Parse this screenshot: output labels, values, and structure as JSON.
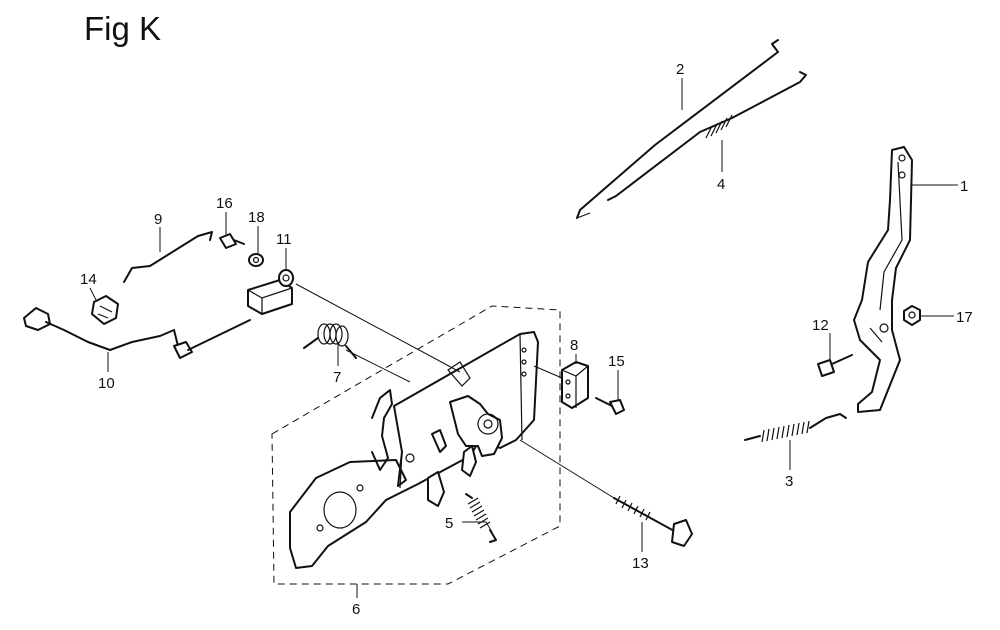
{
  "figure": {
    "title": "Fig K",
    "callouts": [
      {
        "id": "1",
        "label": "1"
      },
      {
        "id": "2",
        "label": "2"
      },
      {
        "id": "3",
        "label": "3"
      },
      {
        "id": "4",
        "label": "4"
      },
      {
        "id": "5",
        "label": "5"
      },
      {
        "id": "6",
        "label": "6"
      },
      {
        "id": "7",
        "label": "7"
      },
      {
        "id": "8",
        "label": "8"
      },
      {
        "id": "9",
        "label": "9"
      },
      {
        "id": "10",
        "label": "10"
      },
      {
        "id": "11",
        "label": "11"
      },
      {
        "id": "12",
        "label": "12"
      },
      {
        "id": "13",
        "label": "13"
      },
      {
        "id": "14",
        "label": "14"
      },
      {
        "id": "15",
        "label": "15"
      },
      {
        "id": "16",
        "label": "16"
      },
      {
        "id": "17",
        "label": "17"
      },
      {
        "id": "18",
        "label": "18"
      }
    ]
  }
}
